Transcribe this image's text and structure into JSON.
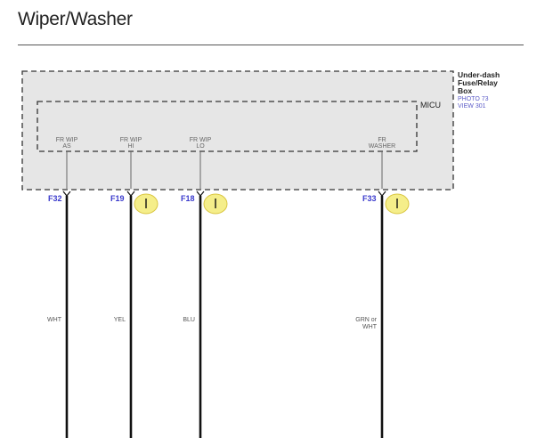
{
  "title": "Wiper/Washer",
  "fuse_box": {
    "name_line1": "Under-dash",
    "name_line2": "Fuse/Relay",
    "name_line3": "Box",
    "photo_ref": "PHOTO 73",
    "view_ref": "VIEW 301"
  },
  "micu_label": "MICU",
  "terminals": [
    {
      "line1": "FR WIP",
      "line2": "AS",
      "pin": "F32",
      "wire": "WHT",
      "wire_line2": "",
      "marker": false
    },
    {
      "line1": "FR WIP",
      "line2": "HI",
      "pin": "F19",
      "wire": "YEL",
      "wire_line2": "",
      "marker": true
    },
    {
      "line1": "FR WIP",
      "line2": "LO",
      "pin": "F18",
      "wire": "BLU",
      "wire_line2": "",
      "marker": true
    },
    {
      "line1": "FR",
      "line2": "WASHER",
      "pin": "F33",
      "wire": "GRN or",
      "wire_line2": "WHT",
      "marker": true
    }
  ],
  "colors": {
    "pin_text": "#3a3acc",
    "box_fill": "#e6e6e6",
    "marker_fill": "#f5ee8a",
    "marker_stroke": "#d9c640",
    "wire": "#111111"
  }
}
